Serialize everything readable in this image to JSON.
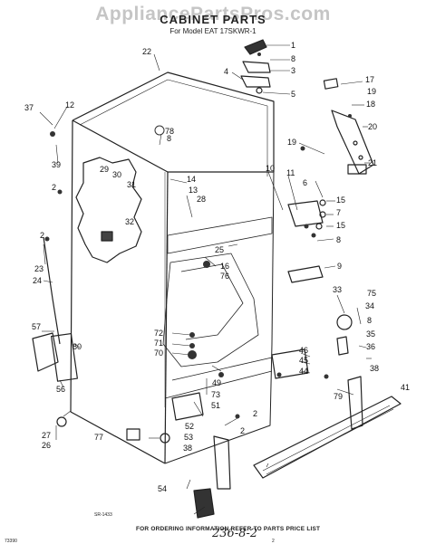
{
  "watermark": "AppliancePartsPros.com",
  "title": "CABINET PARTS",
  "subtitle": "For Model EAT 17SKWR-1",
  "footer_note": "FOR ORDERING INFORMATION REFER TO PARTS PRICE LIST",
  "drawing_code": "SR-1433",
  "page_code": "73390",
  "page_mark": "2",
  "handwritten_note": "236-8-2",
  "part_labels": [
    "1",
    "2",
    "2",
    "2",
    "2",
    "3",
    "4",
    "5",
    "6",
    "7",
    "8",
    "8",
    "8",
    "8",
    "9",
    "10",
    "11",
    "12",
    "13",
    "14",
    "15",
    "15",
    "16",
    "17",
    "18",
    "19",
    "19",
    "20",
    "21",
    "22",
    "23",
    "24",
    "25",
    "26",
    "27",
    "28",
    "29",
    "30",
    "31",
    "32",
    "33",
    "34",
    "35",
    "36",
    "37",
    "38",
    "38",
    "39",
    "41",
    "44",
    "45",
    "46",
    "49",
    "51",
    "52",
    "53",
    "54",
    "56",
    "57",
    "70",
    "71",
    "72",
    "73",
    "75",
    "76",
    "77",
    "78",
    "79",
    "80"
  ]
}
